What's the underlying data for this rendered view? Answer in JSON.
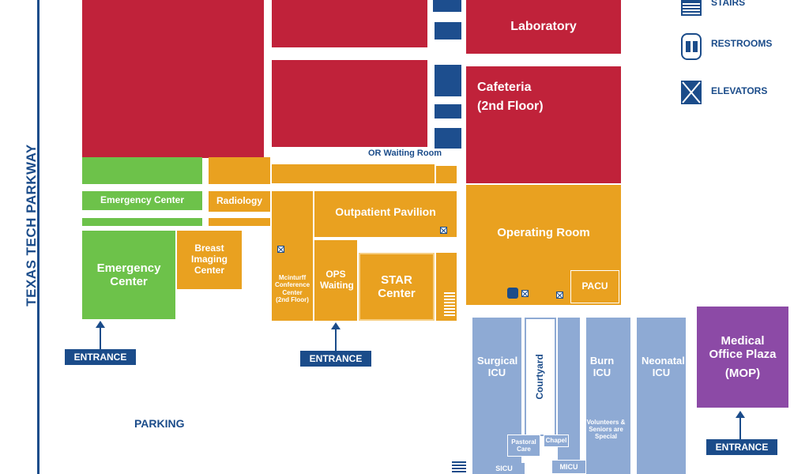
{
  "road_label": "TEXAS TECH PARKWAY",
  "legend": {
    "stairs": "STAIRS",
    "restrooms": "RESTROOMS",
    "elevators": "ELEVATORS"
  },
  "areas": {
    "laboratory": "Laboratory",
    "cafeteria_line1": "Cafeteria",
    "cafeteria_line2": "(2nd Floor)",
    "or_waiting_room": "OR Waiting Room",
    "emergency_center_strip": "Emergency Center",
    "radiology": "Radiology",
    "outpatient_pavilion": "Outpatient Pavilion",
    "operating_room": "Operating Room",
    "emergency_center": "Emergency Center",
    "breast_imaging_center": "Breast Imaging Center",
    "mcinturff_conference_center": "Mcinturff Conference Center (2nd Floor)",
    "ops_waiting": "OPS Waiting",
    "star_center": "STAR Center",
    "pacu": "PACU",
    "surgical_icu": "Surgical ICU",
    "courtyard": "Courtyard",
    "burn_icu": "Burn ICU",
    "neonatal_icu": "Neonatal ICU",
    "medical_office_plaza_line1": "Medical Office Plaza",
    "medical_office_plaza_line2": "(MOP)",
    "pastoral_care": "Pastoral Care",
    "chapel": "Chapel",
    "volunteers": "Volunteers & Seniors are Special",
    "sicu": "SICU",
    "micu": "MICU"
  },
  "entrance_label": "ENTRANCE",
  "parking": "PARKING",
  "colors": {
    "red": "#c0223a",
    "orange": "#e9a120",
    "green": "#6dc24a",
    "blue": "#8eaad4",
    "purple": "#8c4aa6",
    "navy": "#1b4c8a"
  }
}
